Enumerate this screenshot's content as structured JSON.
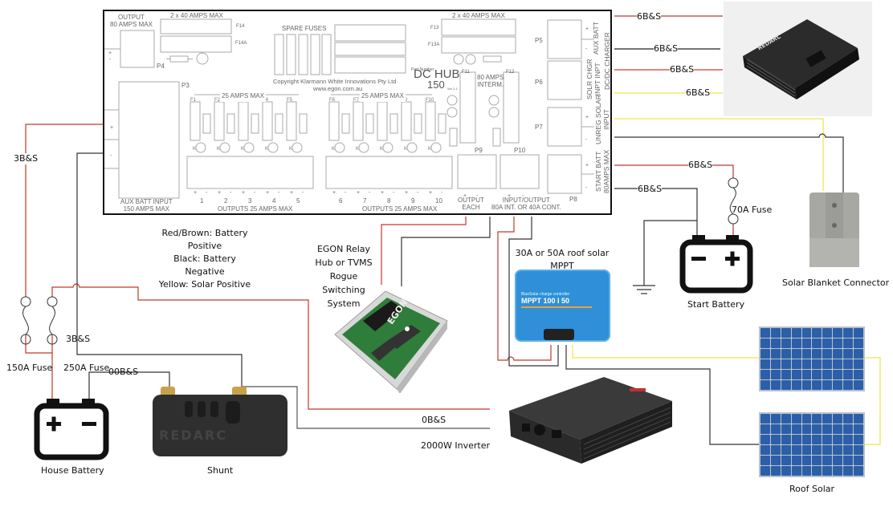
{
  "hub": {
    "output_p4": "OUTPUT\n80 AMPS MAX",
    "fuse_top_left": "2 x 40 AMPS MAX",
    "fuse_top_right": "2 x 40 AMPS MAX",
    "f14": "F14",
    "f14a": "F14A",
    "f13": "F13",
    "f13a": "F13A",
    "p3": "P3",
    "p4": "P4",
    "p5": "P5",
    "p6": "P6",
    "p7": "P7",
    "p8": "P8",
    "p9": "P9",
    "p10": "P10",
    "spare_fuses": "SPARE FUSES",
    "copyright": "Copyright Klarmann White Innovations Pty Ltd",
    "website": "www.egon.com.au",
    "part_number_label": "Part Number:",
    "model": "DC HUB",
    "model_number": "150",
    "version": "Ver 2.1",
    "f11": "F11",
    "f12": "F12",
    "interm": "80 AMPS\nINTERM.",
    "amps_25_a": "25 AMPS MAX",
    "amps_25_b": "25 AMPS MAX",
    "fuses_left": [
      "F1",
      "F2",
      "F3",
      "F4",
      "F5"
    ],
    "fuses_right": [
      "F6",
      "F7",
      "F8",
      "F9",
      "F10"
    ],
    "outputs_left": [
      "1",
      "2",
      "3",
      "4",
      "5"
    ],
    "outputs_right": [
      "6",
      "7",
      "8",
      "9",
      "10"
    ],
    "outputs_label_a": "OUTPUTS 25 AMPS MAX",
    "outputs_label_b": "OUTPUTS 25 AMPS MAX",
    "aux_batt_input": "AUX BATT INPUT\n150 AMPS MAX",
    "output_each": "OUTPUT\nEACH",
    "input_output": "INPUT/OUTPUT\n80A INT. OR 40A CONT.",
    "aux_batt": "AUX BATT",
    "dcdc_charger": "DC/DC CHARGER",
    "solr_chgr": "SOLR CHGR\nINPT INPT",
    "unreg_solar": "UNREG SOLAR\nINPUT",
    "start_batt": "START BATT\n80AMPS MAX",
    "plus": "+",
    "minus": "-",
    "k": "K"
  },
  "wires": {
    "dcdc_1": "6B&S",
    "dcdc_2": "6B&S",
    "dcdc_3": "6B&S",
    "dcdc_4": "6B&S",
    "start_pos": "6B&S",
    "start_neg": "6B&S",
    "house_pos": "3B&S",
    "house_neg": "3B&S",
    "shunt": "00B&S",
    "inverter": "0B&S"
  },
  "fuses": {
    "f150": "150A Fuse",
    "f250": "250A Fuse",
    "f70": "70A Fuse"
  },
  "legend": [
    "Red/Brown: Battery",
    "Positive",
    "Black: Battery",
    "Negative",
    "Yellow: Solar Positive"
  ],
  "components": {
    "house_battery": "House Battery",
    "shunt": "Shunt",
    "shunt_brand": "REDARC",
    "egon_relay": [
      "EGON Relay",
      "Hub or TVMS",
      "Rogue",
      "Switching",
      "System"
    ],
    "mppt_caption": [
      "30A or 50A roof solar",
      "MPPT"
    ],
    "mppt_model": "MPPT 100 I 50",
    "mppt_subtitle": "BlueSolar charge controller",
    "inverter": "2000W Inverter",
    "start_battery": "Start Battery",
    "solar_blanket": "Solar Blanket Connector",
    "roof_solar": "Roof Solar",
    "dcdc_brand": "REDARC",
    "relay_brand": "EGON"
  },
  "colors": {
    "positive_wire": "#c0392b",
    "negative_wire": "#222222",
    "solar_wire": "#f0ec6a",
    "hub_line": "#9a9a9a",
    "mppt_blue": "#2f8fd8",
    "panel_blue": "#2d5fa8"
  }
}
